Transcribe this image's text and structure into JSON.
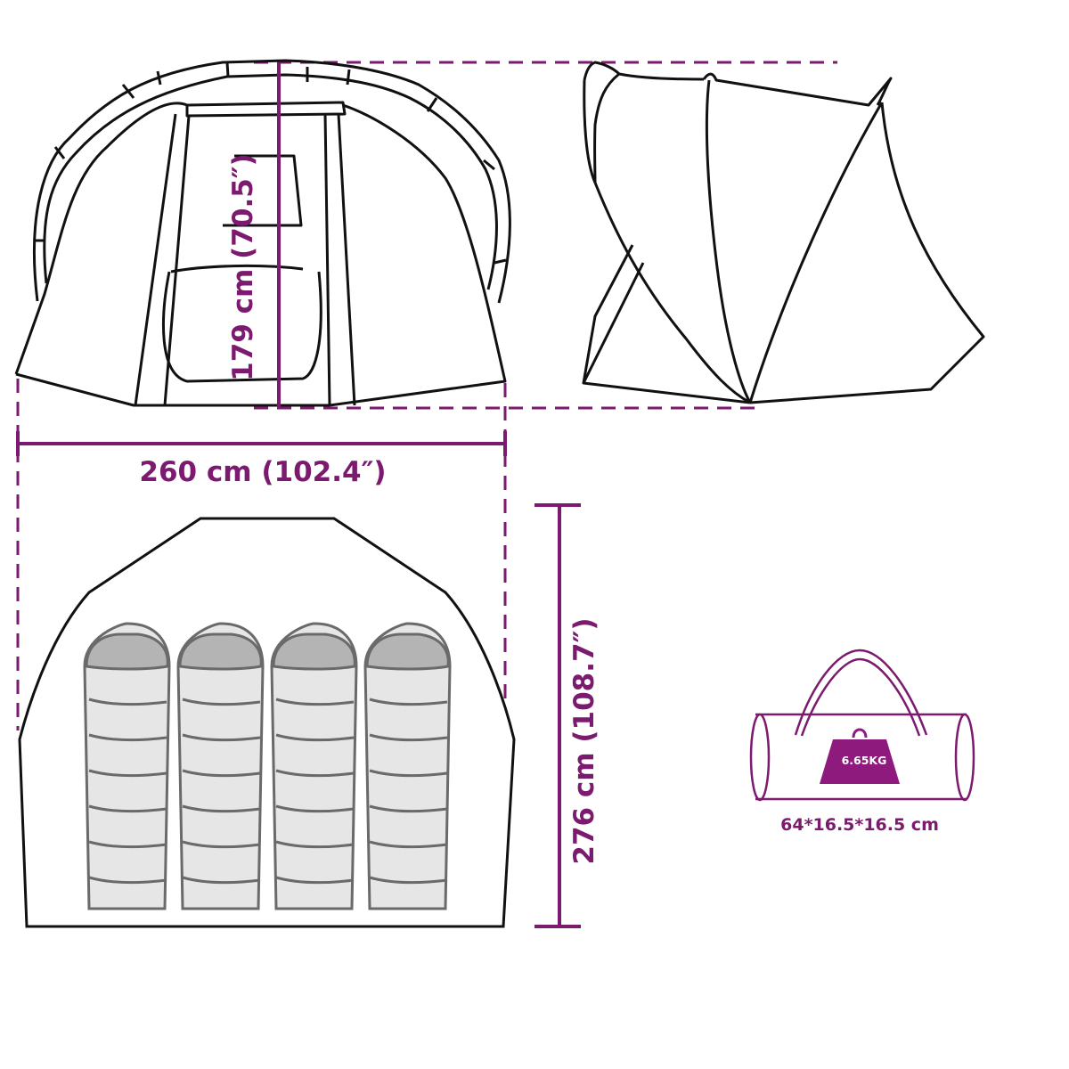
{
  "diagram": {
    "subject": "4-person tent dimension diagram",
    "views": [
      "front-view",
      "side-view",
      "top-floor-plan",
      "carry-bag"
    ],
    "accent_color": "#7b1a6e",
    "outline_color": "#111111",
    "sleeping_bag_fill": "#e6e6e6",
    "sleeping_bag_hood_fill": "#b4b4b4"
  },
  "dimensions": {
    "height_label": "179 cm (70.5″)",
    "width_label": "260 cm (102.4″)",
    "depth_label": "276 cm (108.7″)"
  },
  "floor_plan": {
    "sleeping_bag_count": 4,
    "sleeping_bags": [
      "bag-1",
      "bag-2",
      "bag-3",
      "bag-4"
    ]
  },
  "carry_bag": {
    "weight_label": "6.65KG",
    "size_label": "64*16.5*16.5 cm"
  }
}
